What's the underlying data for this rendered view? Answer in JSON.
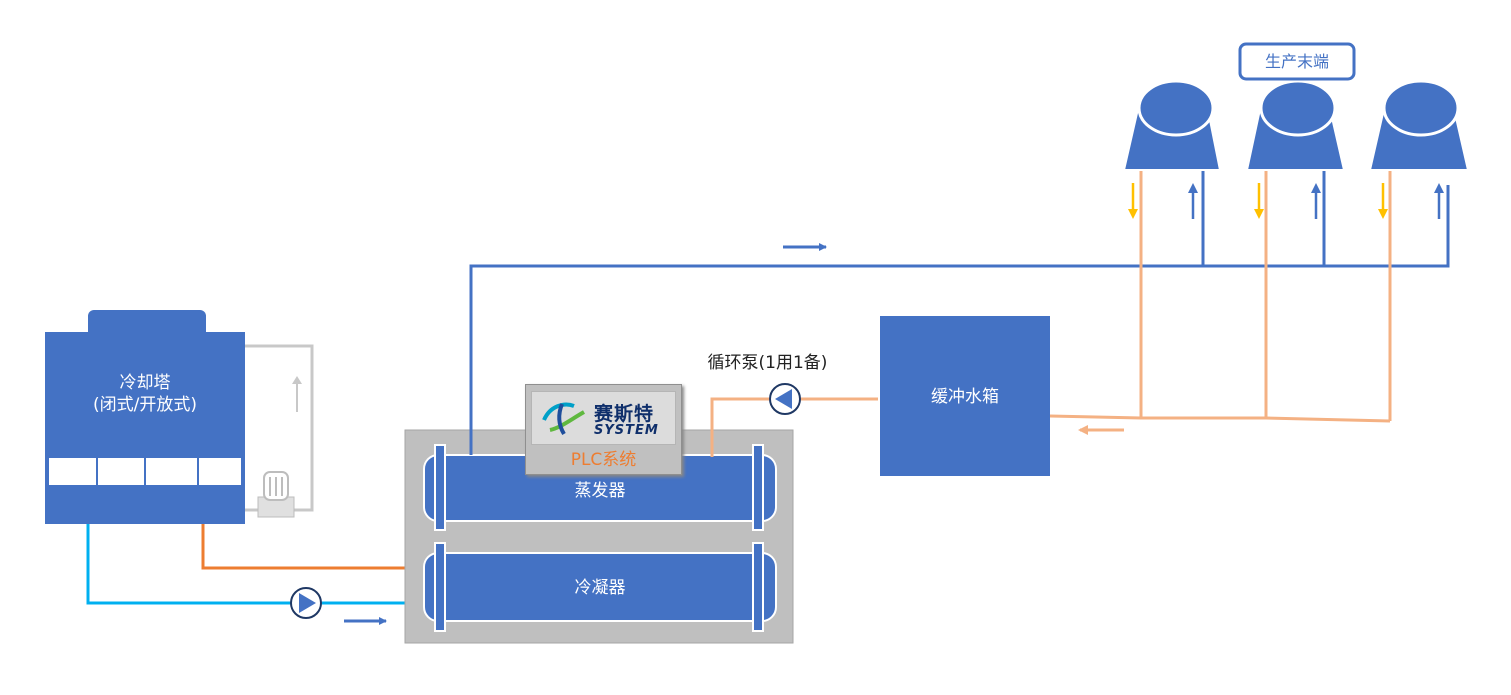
{
  "labels": {
    "cooling_tower_line1": "冷却塔",
    "cooling_tower_line2": "(闭式/开放式)",
    "evaporator": "蒸发器",
    "condenser": "冷凝器",
    "buffer_tank": "缓冲水箱",
    "circulation_pump": "循环泵(1用1备)",
    "production_end": "生产末端"
  },
  "plc": {
    "brand_cn": "赛斯特",
    "brand_en": "SYSTEM",
    "label": "PLC系统"
  },
  "icons": [
    "pump-icon",
    "fan-icon",
    "logo-icon",
    "flow-arrow-icon"
  ],
  "colors": {
    "equipment_blue": "#4472c4",
    "supply_line_blue": "#4472c4",
    "return_line_peach": "#f4b183",
    "hot_water_orange": "#ed7d31",
    "cooling_water_cyan": "#00b0f0",
    "downflow_arrow_yellow": "#ffc000",
    "chiller_housing_gray": "#bfbfbf"
  }
}
